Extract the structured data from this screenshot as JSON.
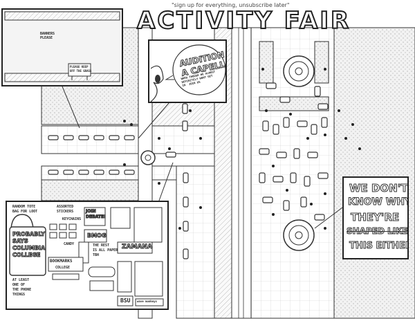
{
  "header": {
    "subtitle": "\"sign up for everything, unsubscribe later\"",
    "title": "ACTIVITY FAIR"
  },
  "panel_top_left": {
    "banners_label": "BANNERS\nPLEASE",
    "sign_text": "PLEASE KEEP\nOFF THE GRASS"
  },
  "panel_acapella": {
    "bubble_main": "AUDITION FOR\nA CAPELLA!",
    "bubble_small": "WHEN THOUGH WE ALMOST\nDEFINITELY WONT GET\nIN  JOIN US"
  },
  "panel_right": {
    "line1": "WE DON'T",
    "line2": "KNOW WHY",
    "line3": "THEY'RE",
    "line4": "SHAPED LIKE",
    "line5": "THIS EITHER"
  },
  "panel_bottom_left": {
    "tote_note": "RANDOM TOTE\nBAG FOR LOOT",
    "tote_text": "PROBABLY\nSAYS\nCOLUMBIA\nCOLLEGE",
    "stickers": "ASSORTED\nSTICKERS",
    "keychains": "KEYCHAINS",
    "candy": "CANDY",
    "join_debate": "JOIN\nDEBATE!",
    "bmog": "BMOG",
    "rest_paper": "THE REST\nIS ALL PAPER\nTBH",
    "zamana": "ZAMANA",
    "bookmarks": "BOOKMARKS",
    "college": "COLLEGE",
    "phone_things": "AT LEAST\nONE OF\nTHE PHONE\nTHINGS",
    "bsu": "BSU",
    "small_tag": "wave monkeys"
  }
}
